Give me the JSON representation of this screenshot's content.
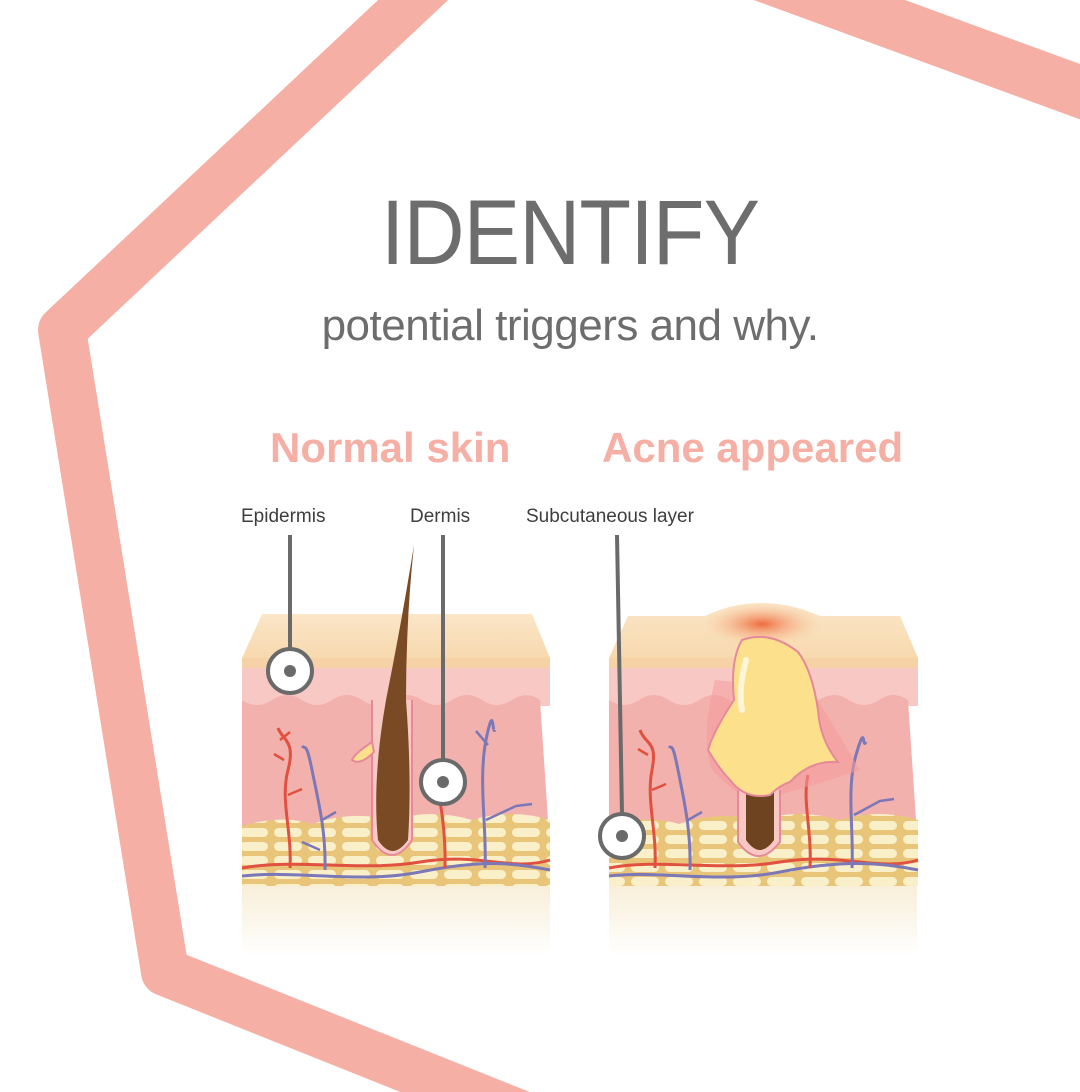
{
  "heading": {
    "title": "IDENTIFY",
    "subtitle": "potential triggers and why."
  },
  "panels": [
    {
      "title": "Normal skin"
    },
    {
      "title": "Acne appeared"
    }
  ],
  "labels": {
    "epidermis": "Epidermis",
    "dermis": "Dermis",
    "subcutaneous": "Subcutaneous layer"
  },
  "colors": {
    "frame": "#f5afa4",
    "text_gray": "#6d6d6d",
    "accent_pink": "#f5afa4",
    "hair": "#7a4a24",
    "pus": "#fde08c",
    "artery": "#e0513f",
    "vein": "#7c78b8",
    "fat": "#f7ecc4"
  }
}
